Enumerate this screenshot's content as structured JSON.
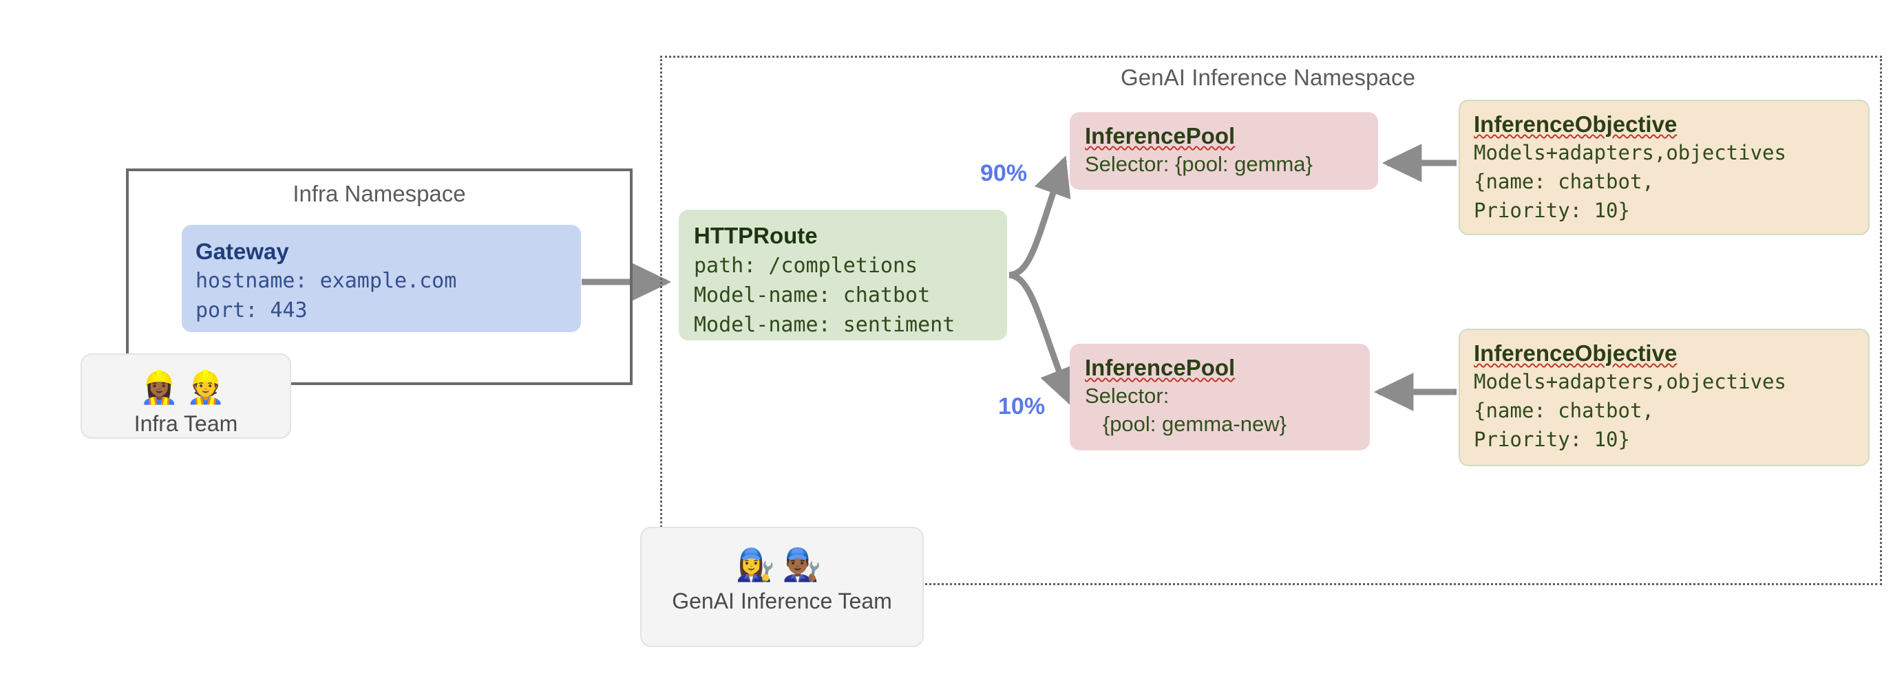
{
  "namespaces": {
    "genai": {
      "title": "GenAI Inference Namespace"
    },
    "infra": {
      "title": "Infra Namespace"
    }
  },
  "nodes": {
    "gateway": {
      "title": "Gateway",
      "lines": [
        "hostname: example.com",
        "port: 443"
      ]
    },
    "httproute": {
      "title": "HTTPRoute",
      "lines": [
        "path: /completions",
        "Model-name: chatbot",
        "Model-name: sentiment"
      ]
    },
    "pool_a": {
      "title": "InferencePool",
      "lines": [
        "Selector: {pool: gemma}"
      ]
    },
    "pool_b": {
      "title": "InferencePool",
      "lines": [
        "Selector:",
        "   {pool: gemma-new}"
      ]
    },
    "objective_a": {
      "title": "InferenceObjective",
      "lines": [
        "Models+adapters,objectives",
        "{name: chatbot,",
        "Priority: 10}"
      ]
    },
    "objective_b": {
      "title": "InferenceObjective",
      "lines": [
        "Models+adapters,objectives",
        "{name: chatbot,",
        "Priority: 10}"
      ]
    }
  },
  "teams": {
    "infra": {
      "label": "Infra Team",
      "faces": "👷🏾‍♀️👷"
    },
    "genai": {
      "label": "GenAI Inference Team",
      "faces": "👩‍🔧👨🏾‍🔧"
    }
  },
  "edges": {
    "split_top_label": "90%",
    "split_bottom_label": "10%"
  },
  "colors": {
    "gateway_fill": "#c6d5f2",
    "httproute_fill": "#d9e7d0",
    "pool_fill": "#eed3d5",
    "objective_fill": "#f6e6cf",
    "percent_text": "#5b79e8",
    "arrow": "#8c8c8c",
    "namespace_border": "#5f5f5f"
  }
}
